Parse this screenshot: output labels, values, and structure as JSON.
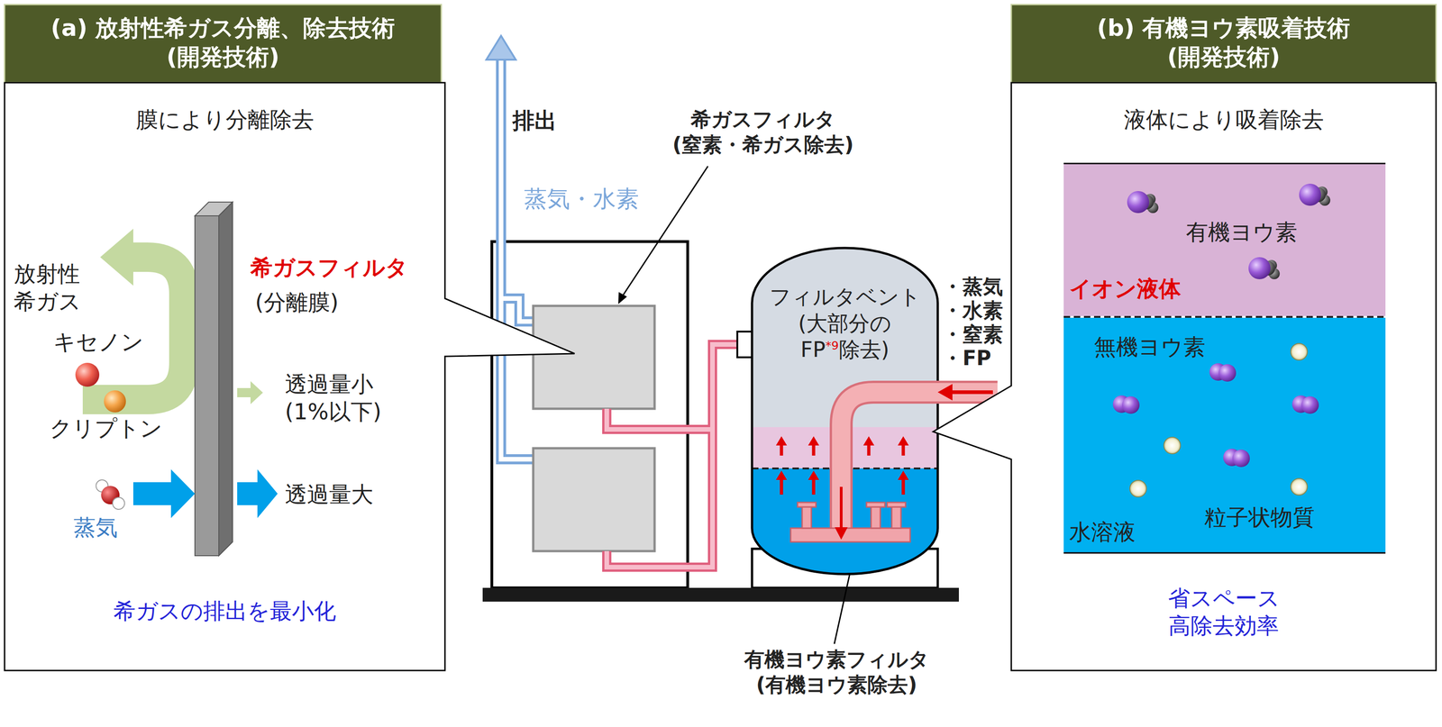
{
  "diagram": {
    "nodes": [
      {
        "text": [
          "(a) 放射性希ガス分離、除去技術 (開発技術)",
          "膜により分離除去",
          "希ガスの排出を最小化"
        ]
      },
      {
        "text": [
          "フィルタベント (大部分の FP*9除去)"
        ]
      },
      {
        "text": [
          "(b) 有機ヨウ素吸着技術 (開発技術)",
          "液体により吸着除去",
          "省スペース 高除去効率"
        ]
      },
      {
        "text": [
          "有機ヨウ素",
          "イオン液体"
        ],
        "in": 2
      },
      {
        "text": [
          "無機ヨウ素",
          "粒子状物質",
          "水溶液"
        ],
        "in": 2
      }
    ],
    "labels": [
      "放射性 希ガス",
      "キセノン",
      "クリプトン",
      "蒸気",
      "希ガスフィルタ",
      "(分離膜)",
      "透過量小 (1%以下)",
      "透過量大",
      "排出",
      "蒸気・水素",
      "希ガスフィルタ (窒素・希ガス除去)",
      "・蒸気",
      "・水素",
      "・窒素",
      "・FP",
      "有機ヨウ素フィルタ (有機ヨウ素除去)"
    ]
  }
}
